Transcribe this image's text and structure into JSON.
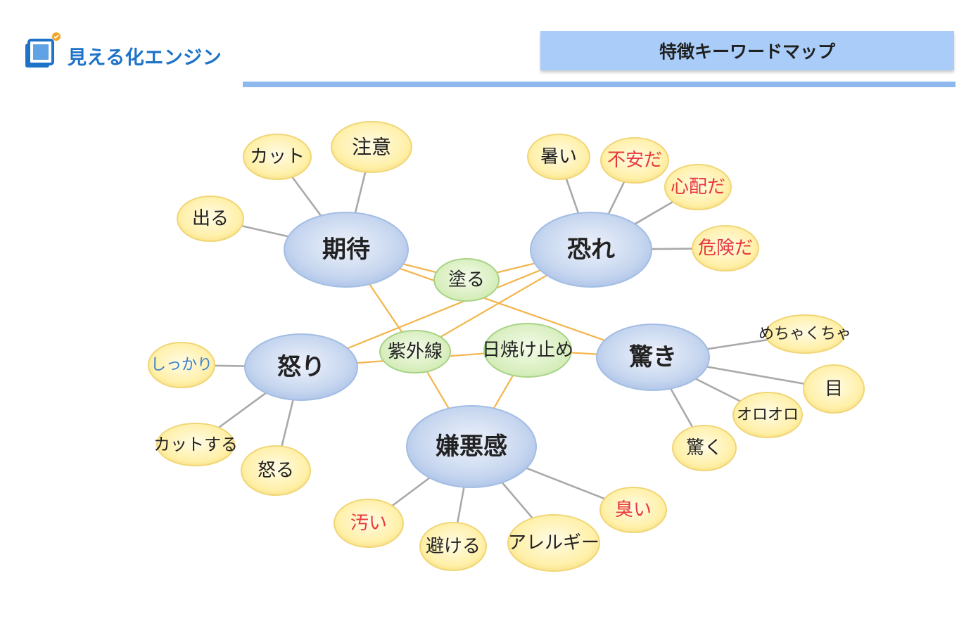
{
  "header": {
    "logo_text": "見える化エンジン",
    "title": "特徴キーワードマップ"
  },
  "colors": {
    "hub_fill": "#c6d6ef",
    "hub_stroke": "#a3bde4",
    "mid_fill": "#d5eeb8",
    "mid_stroke": "#a8d387",
    "leaf_fill": "#fff0a8",
    "leaf_stroke": "#f1d677",
    "orange_line": "#f3b44a",
    "gray_line": "#a9a9a9",
    "text_dark": "#222222",
    "text_red": "#e8393a",
    "text_blue": "#3a7fcf",
    "rule": "#8fb9ee",
    "title_bg": "#a9cdf8"
  },
  "mindmap": {
    "hubs": [
      {
        "id": "kitai",
        "label": "期待"
      },
      {
        "id": "osore",
        "label": "恐れ"
      },
      {
        "id": "ikari",
        "label": "怒り"
      },
      {
        "id": "odoroki",
        "label": "驚き"
      },
      {
        "id": "kenoukan",
        "label": "嫌悪感"
      }
    ],
    "mids": [
      {
        "id": "nuru",
        "label": "塗る"
      },
      {
        "id": "shigaisen",
        "label": "紫外線"
      },
      {
        "id": "hiyakedome",
        "label": "日焼け止め"
      }
    ],
    "leaves": [
      {
        "id": "l_cut",
        "label": "カット",
        "color": "dark"
      },
      {
        "id": "l_chuui",
        "label": "注意",
        "color": "dark"
      },
      {
        "id": "l_deru",
        "label": "出る",
        "color": "dark"
      },
      {
        "id": "l_atsui",
        "label": "暑い",
        "color": "dark"
      },
      {
        "id": "l_fuan",
        "label": "不安だ",
        "color": "red"
      },
      {
        "id": "l_shinpai",
        "label": "心配だ",
        "color": "red"
      },
      {
        "id": "l_kiken",
        "label": "危険だ",
        "color": "red"
      },
      {
        "id": "l_shikkari",
        "label": "しっかり",
        "color": "blue"
      },
      {
        "id": "l_cutsuru",
        "label": "カットする",
        "color": "dark"
      },
      {
        "id": "l_okoru",
        "label": "怒る",
        "color": "dark"
      },
      {
        "id": "l_mecha",
        "label": "めちゃくちゃ",
        "color": "dark"
      },
      {
        "id": "l_me",
        "label": "目",
        "color": "dark"
      },
      {
        "id": "l_orooro",
        "label": "オロオロ",
        "color": "dark"
      },
      {
        "id": "l_odoroku",
        "label": "驚く",
        "color": "dark"
      },
      {
        "id": "l_kitanai",
        "label": "汚い",
        "color": "red"
      },
      {
        "id": "l_sakeru",
        "label": "避ける",
        "color": "dark"
      },
      {
        "id": "l_allergy",
        "label": "アレルギー",
        "color": "dark"
      },
      {
        "id": "l_kusai",
        "label": "臭い",
        "color": "red"
      }
    ],
    "gray_links": [
      [
        "kitai",
        "l_cut"
      ],
      [
        "kitai",
        "l_chuui"
      ],
      [
        "kitai",
        "l_deru"
      ],
      [
        "osore",
        "l_atsui"
      ],
      [
        "osore",
        "l_fuan"
      ],
      [
        "osore",
        "l_shinpai"
      ],
      [
        "osore",
        "l_kiken"
      ],
      [
        "ikari",
        "l_shikkari"
      ],
      [
        "ikari",
        "l_cutsuru"
      ],
      [
        "ikari",
        "l_okoru"
      ],
      [
        "odoroki",
        "l_mecha"
      ],
      [
        "odoroki",
        "l_me"
      ],
      [
        "odoroki",
        "l_orooro"
      ],
      [
        "odoroki",
        "l_odoroku"
      ],
      [
        "kenoukan",
        "l_kitanai"
      ],
      [
        "kenoukan",
        "l_sakeru"
      ],
      [
        "kenoukan",
        "l_allergy"
      ],
      [
        "kenoukan",
        "l_kusai"
      ]
    ],
    "orange_links": [
      [
        "kitai",
        "nuru"
      ],
      [
        "osore",
        "nuru"
      ],
      [
        "kitai",
        "shigaisen"
      ],
      [
        "kitai",
        "odoroki"
      ],
      [
        "osore",
        "ikari"
      ],
      [
        "osore",
        "shigaisen"
      ],
      [
        "ikari",
        "hiyakedome"
      ],
      [
        "shigaisen",
        "kenoukan"
      ],
      [
        "hiyakedome",
        "kenoukan"
      ],
      [
        "hiyakedome",
        "odoroki"
      ]
    ]
  }
}
